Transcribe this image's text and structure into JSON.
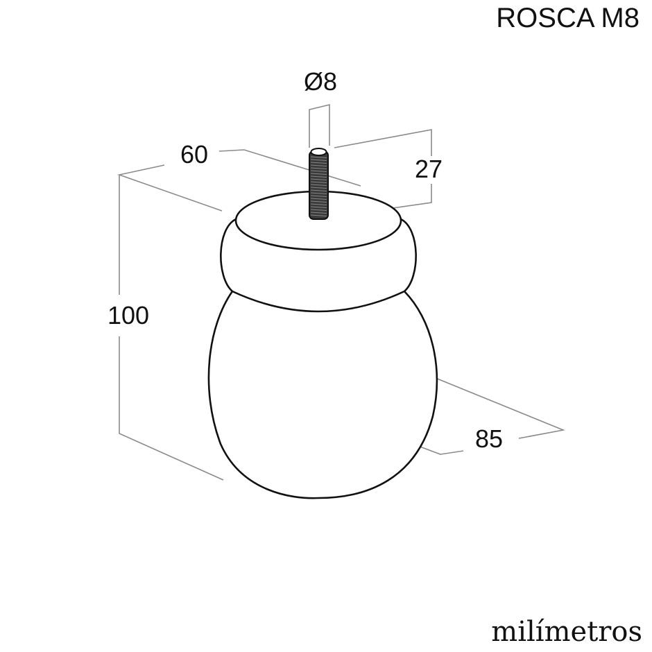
{
  "title": "ROSCA M8",
  "units": "milímetros",
  "dimensions": {
    "diameter": "Ø8",
    "thread_length": "27",
    "top_width": "60",
    "height": "100",
    "body_width": "85"
  }
}
